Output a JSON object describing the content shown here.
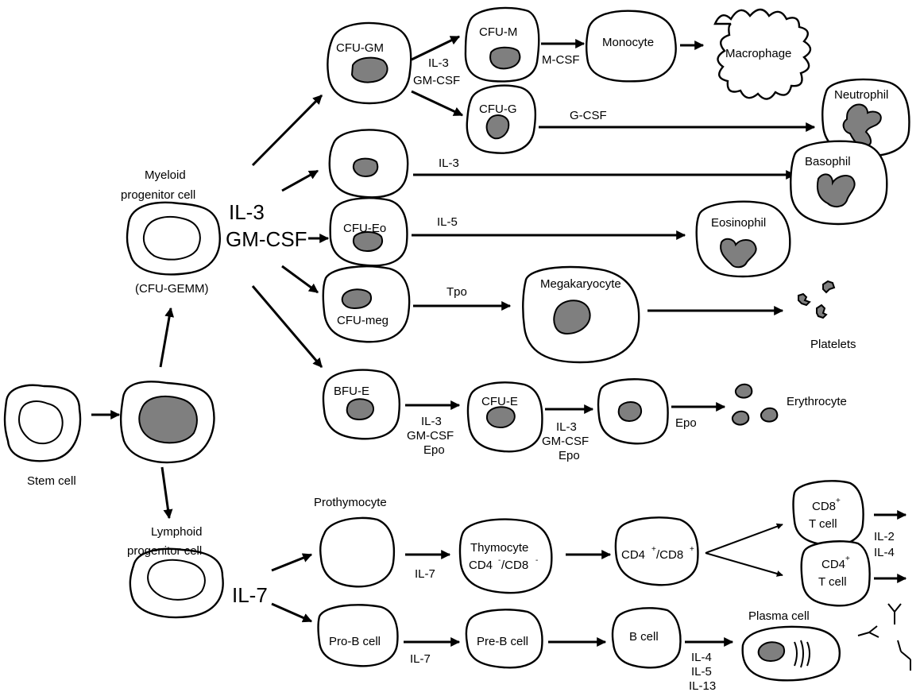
{
  "cells": {
    "stem": "Stem cell",
    "myeloid_progenitor": [
      "Myeloid",
      "progenitor cell",
      "(CFU-GEMM)"
    ],
    "lymphoid_progenitor": [
      "Lymphoid",
      "progenitor cell"
    ],
    "cfu_gm": "CFU-GM",
    "cfu_m": "CFU-M",
    "cfu_g": "CFU-G",
    "cfu_eo": "CFU-Eo",
    "cfu_meg": "CFU-meg",
    "bfu_e": "BFU-E",
    "cfu_e": "CFU-E",
    "monocyte": "Monocyte",
    "macrophage": "Macrophage",
    "neutrophil": "Neutrophil",
    "basophil": "Basophil",
    "eosinophil": "Eosinophil",
    "megakaryocyte": "Megakaryocyte",
    "platelets": "Platelets",
    "erythrocyte": "Erythrocyte",
    "prothymocyte": "Prothymocyte",
    "thymocyte": [
      "Thymocyte",
      "CD4",
      "/CD8"
    ],
    "dp": [
      "CD4",
      "/CD8"
    ],
    "cd8": [
      "CD8",
      "T cell"
    ],
    "cd4": [
      "CD4",
      "T cell"
    ],
    "pro_b": "Pro-B cell",
    "pre_b": "Pre-B cell",
    "b_cell": "B cell",
    "plasma": "Plasma cell"
  },
  "factors": {
    "myeloid_big": [
      "IL-3",
      "GM-CSF"
    ],
    "lymphoid_big": "IL-7",
    "gm_to_m": [
      "IL-3",
      "GM-CSF"
    ],
    "m_csf": "M-CSF",
    "g_csf": "G-CSF",
    "il3": "IL-3",
    "il5": "IL-5",
    "tpo": "Tpo",
    "bfu_to_cfue": [
      "IL-3",
      "GM-CSF",
      "Epo"
    ],
    "cfue_to_next": [
      "IL-3",
      "GM-CSF",
      "Epo"
    ],
    "epo": "Epo",
    "il7_thymo": "IL-7",
    "il7_preb": "IL-7",
    "t_cytokines": [
      "IL-2",
      "IL-4"
    ],
    "plasma_cytokines": [
      "IL-4",
      "IL-5",
      "IL-13"
    ],
    "sup_plus": "+",
    "sup_minus": "-"
  },
  "colors": {
    "nucleus": "#7f7f7f",
    "line": "#000000",
    "cell_fill": "#ffffff"
  }
}
